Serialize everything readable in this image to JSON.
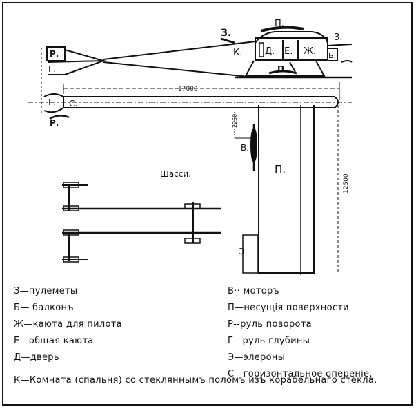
{
  "diagram": {
    "labels": {
      "z_top_left": "З.",
      "p_top": "П.",
      "z_top_right": "З.",
      "r_tail": "Р.",
      "g_tail": "Г.",
      "k_room": "К.",
      "d_door": "Д.",
      "e_cabin": "Е.",
      "zh_pilot": "Ж.",
      "b_balcony": "Б.",
      "p_mid": "П.",
      "dim_length": "17000",
      "g_lower": "Г.",
      "s_lower": "С.",
      "r_lower": "Р.",
      "dim_height": "2250",
      "v_motor": "В.",
      "p_wing": "П.",
      "dim_span": "12500",
      "e_aileron": "Э.",
      "chassis": "Шасси."
    }
  },
  "legend": {
    "left": [
      "З—пулеметы",
      "Б— балконъ",
      "Ж—каюта для пилота",
      "Е—общая каюта",
      "Д—дверь"
    ],
    "right": [
      "В·· моторъ",
      "П—несущія поверхности",
      "Р--руль поворота",
      "Г—руль глубины",
      "Э—элероны",
      "С—горизонтальное опереніе."
    ],
    "bottom": "К—Комната (спальня) со стекляннымъ поломъ изъ корабельнаго стекла."
  }
}
